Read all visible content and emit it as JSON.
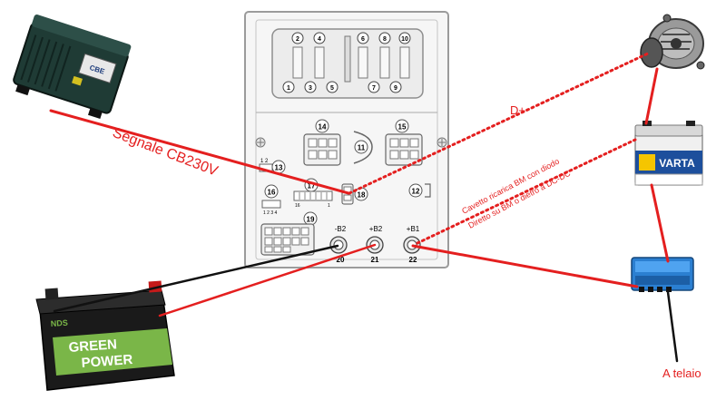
{
  "colors": {
    "wire_red": "#e41f1f",
    "wire_black": "#111111",
    "panel_bg": "#f3f3f3",
    "panel_border": "#999999",
    "charger_body": "#1d3a34",
    "battery_body": "#1a1a1a",
    "battery_green": "#7ab648",
    "varta_blue": "#1d4f9c",
    "dcdc_blue": "#2b7fd1"
  },
  "labels": {
    "segnale": "Segnale CB230V",
    "d_plus": "D+",
    "cavetto_line1": "Cavetto ricarica BM con diodo",
    "cavetto_line2": "Diretto su BM o dietro a DC-DC",
    "a_telaio": "A telaio"
  },
  "panel": {
    "top_numbers": [
      "2",
      "4",
      "6",
      "8",
      "10"
    ],
    "bottom_numbers": [
      "1",
      "3",
      "5",
      "7",
      "9"
    ],
    "conn_14": "14",
    "conn_15": "15",
    "conn_11": "11",
    "conn_13": "13",
    "conn_13_pins": "1 2",
    "conn_16": "16",
    "conn_16_pins": "1 2 3 4",
    "conn_17": "17",
    "conn_17_a": "16",
    "conn_17_b": "1",
    "conn_18": "18",
    "conn_12": "12",
    "conn_19": "19",
    "term_20_top": "-B2",
    "term_20": "20",
    "term_21_top": "+B2",
    "term_21": "21",
    "term_22_top": "+B1",
    "term_22": "22"
  },
  "devices": {
    "green_battery_brand": "NDS",
    "green_battery_text1": "GREEN",
    "green_battery_text2": "POWER",
    "varta_brand": "VARTA",
    "charger_brand": "CBE"
  }
}
